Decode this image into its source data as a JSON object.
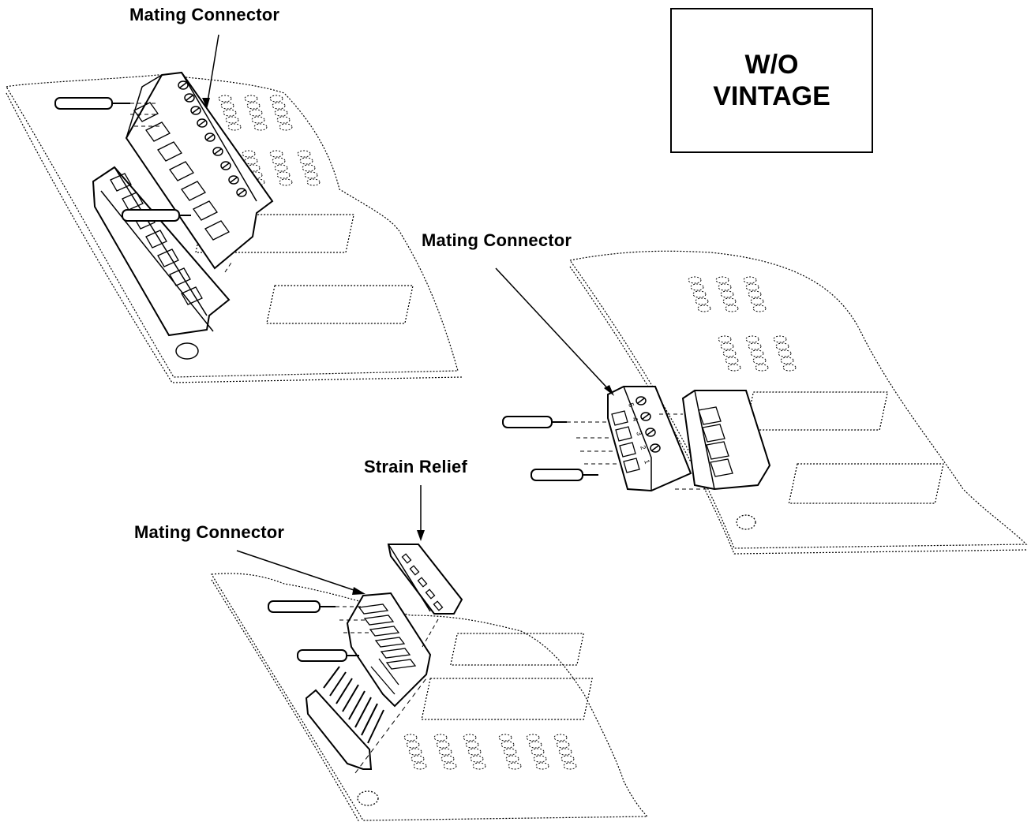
{
  "labels": {
    "top_mating": "Mating Connector",
    "right_mating": "Mating Connector",
    "strain_relief": "Strain Relief",
    "bottom_mating": "Mating Connector"
  },
  "vintage_box": {
    "line1": "W/O",
    "line2": "VINTAGE"
  },
  "right_connector_pin_numbers": [
    "5",
    "4",
    "3",
    "2",
    "1"
  ]
}
